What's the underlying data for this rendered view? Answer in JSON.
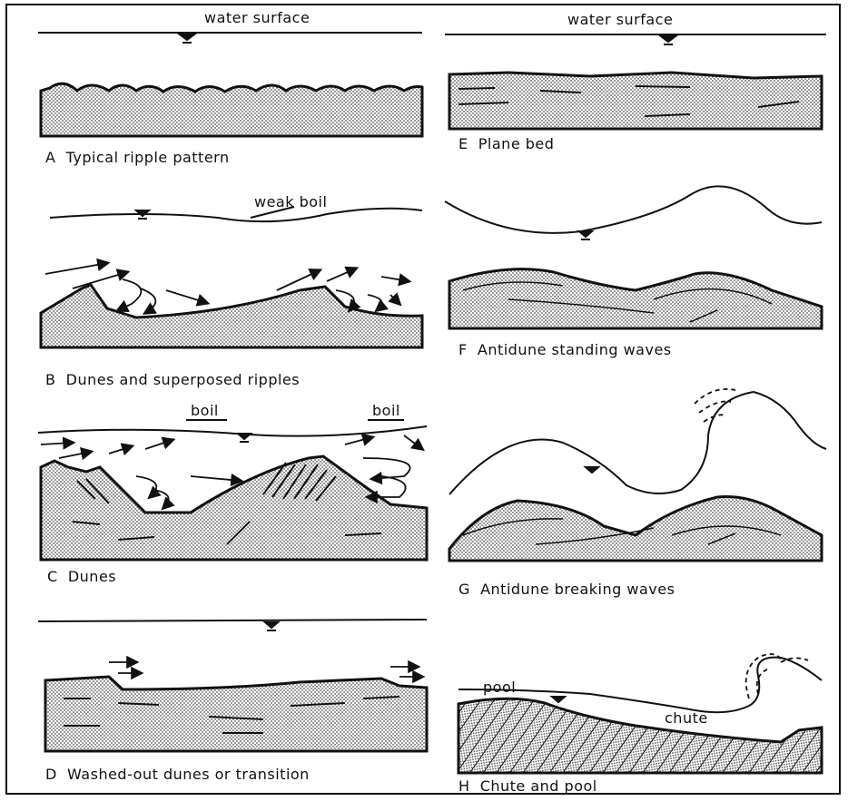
{
  "labels": {
    "water_surface_left": "water surface",
    "water_surface_right": "water surface",
    "weak_boil": "weak boil",
    "boil_1": "boil",
    "boil_2": "boil",
    "pool": "pool",
    "chute": "chute"
  },
  "panels": {
    "A": {
      "letter": "A",
      "title": "Typical ripple pattern"
    },
    "B": {
      "letter": "B",
      "title": "Dunes and superposed ripples"
    },
    "C": {
      "letter": "C",
      "title": "Dunes"
    },
    "D": {
      "letter": "D",
      "title": "Washed-out dunes or transition"
    },
    "E": {
      "letter": "E",
      "title": "Plane bed"
    },
    "F": {
      "letter": "F",
      "title": "Antidune standing waves"
    },
    "G": {
      "letter": "G",
      "title": "Antidune breaking waves"
    },
    "H": {
      "letter": "H",
      "title": "Chute and pool"
    }
  },
  "colors": {
    "ink": "#111111",
    "sediment": "#bdbdbd",
    "paper": "#ffffff"
  }
}
